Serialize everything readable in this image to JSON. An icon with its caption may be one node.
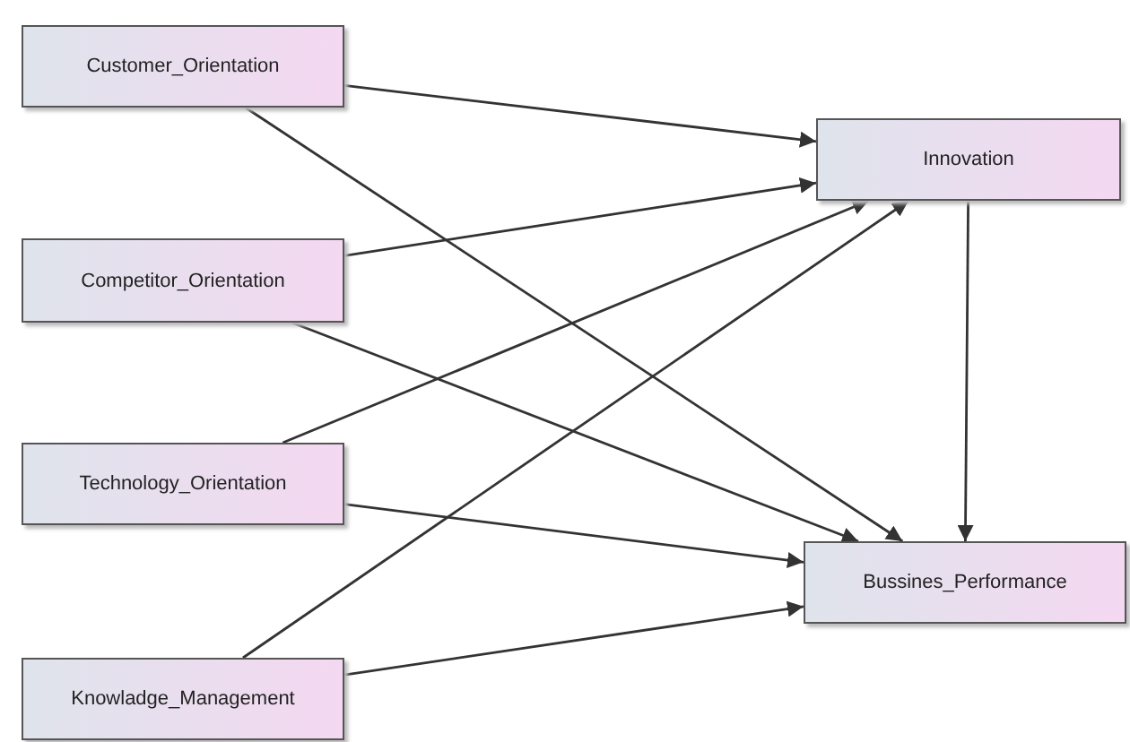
{
  "diagram": {
    "nodes": [
      {
        "text": [
          "Customer_Orientation"
        ]
      },
      {
        "text": [
          "Competitor_Orientation"
        ]
      },
      {
        "text": [
          "Technology_Orientation"
        ]
      },
      {
        "text": [
          "Knowladge_Management"
        ]
      },
      {
        "text": [
          "Innovation"
        ]
      },
      {
        "text": [
          "Bussines_Performance"
        ]
      }
    ],
    "edges": [
      {
        "from": 0,
        "to": 4,
        "arrow": "to"
      },
      {
        "from": 0,
        "to": 5,
        "arrow": "to"
      },
      {
        "from": 1,
        "to": 4,
        "arrow": "to"
      },
      {
        "from": 1,
        "to": 5,
        "arrow": "to"
      },
      {
        "from": 2,
        "to": 4,
        "arrow": "to"
      },
      {
        "from": 2,
        "to": 5,
        "arrow": "to"
      },
      {
        "from": 3,
        "to": 4,
        "arrow": "to"
      },
      {
        "from": 3,
        "to": 5,
        "arrow": "to"
      },
      {
        "from": 4,
        "to": 5,
        "arrow": "to"
      }
    ]
  }
}
